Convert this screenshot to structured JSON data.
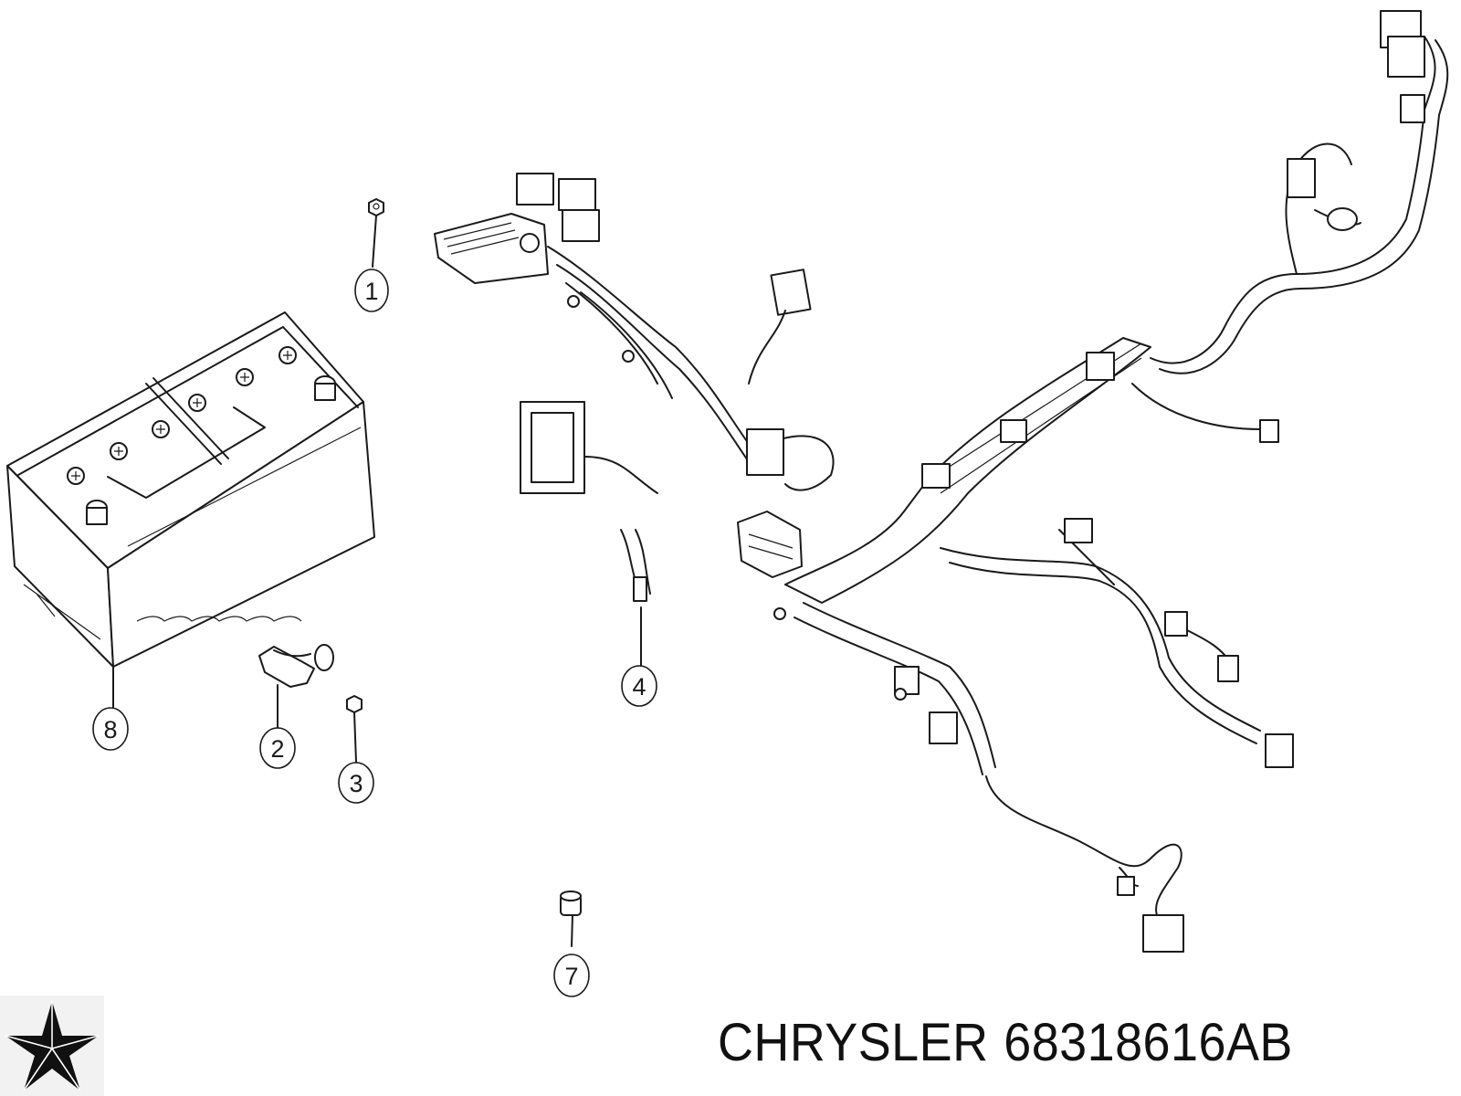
{
  "callouts": [
    {
      "id": "1",
      "label": "1"
    },
    {
      "id": "2",
      "label": "2"
    },
    {
      "id": "3",
      "label": "3"
    },
    {
      "id": "4",
      "label": "4"
    },
    {
      "id": "7",
      "label": "7"
    },
    {
      "id": "8",
      "label": "8"
    }
  ],
  "caption": {
    "brand": "CHRYSLER",
    "part_number": "68318616AB"
  },
  "logo": {
    "icon": "chrysler-pentastar-icon"
  },
  "parts": [
    "battery",
    "battery-sensor",
    "nut",
    "battery-cable",
    "wiring-harness",
    "grommet",
    "bolt"
  ]
}
